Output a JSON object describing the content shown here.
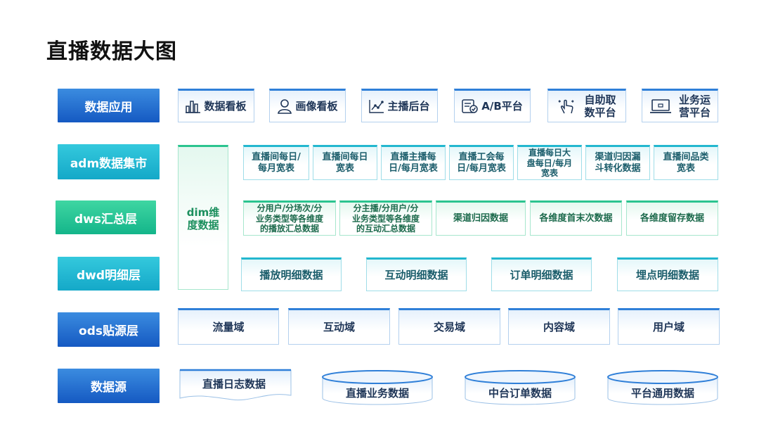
{
  "title": "直播数据大图",
  "layers": {
    "app": "数据应用",
    "adm": "adm数据集市",
    "dws": "dws汇总层",
    "dwd": "dwd明细层",
    "ods": "ods贴源层",
    "source": "数据源"
  },
  "app_items": [
    {
      "label": "数据看板",
      "icon": "bar-chart-icon"
    },
    {
      "label": "画像看板",
      "icon": "user-profile-icon"
    },
    {
      "label": "主播后台",
      "icon": "line-graph-icon"
    },
    {
      "label": "A/B平台",
      "icon": "checklist-icon"
    },
    {
      "label": "自助取\n数平台",
      "icon": "touch-gesture-icon"
    },
    {
      "label": "业务运\n营平台",
      "icon": "laptop-icon"
    }
  ],
  "dim": "dim维\n度数据",
  "adm_items": [
    "直播间每日/\n每月宽表",
    "直播间每日\n宽表",
    "直播主播每\n日/每月宽表",
    "直播工会每\n日/每月宽表",
    "直播每日大\n盘每日/每月\n宽表",
    "渠道归因漏\n斗转化数据",
    "直播间品类\n宽表"
  ],
  "dws_items": [
    "分用户/分场次/分\n业务类型等各维度\n的播放汇总数据",
    "分主播/分用户/分\n业务类型等各维度\n的互动汇总数据",
    "渠道归因数据",
    "各维度首末次数据",
    "各维度留存数据"
  ],
  "dwd_items": [
    "播放明细数据",
    "互动明细数据",
    "订单明细数据",
    "埋点明细数据"
  ],
  "ods_items": [
    "流量域",
    "互动域",
    "交易域",
    "内容域",
    "用户域"
  ],
  "source_items": {
    "log": "直播日志数据",
    "dbs": [
      "直播业务数据",
      "中台订单数据",
      "平台通用数据"
    ]
  }
}
